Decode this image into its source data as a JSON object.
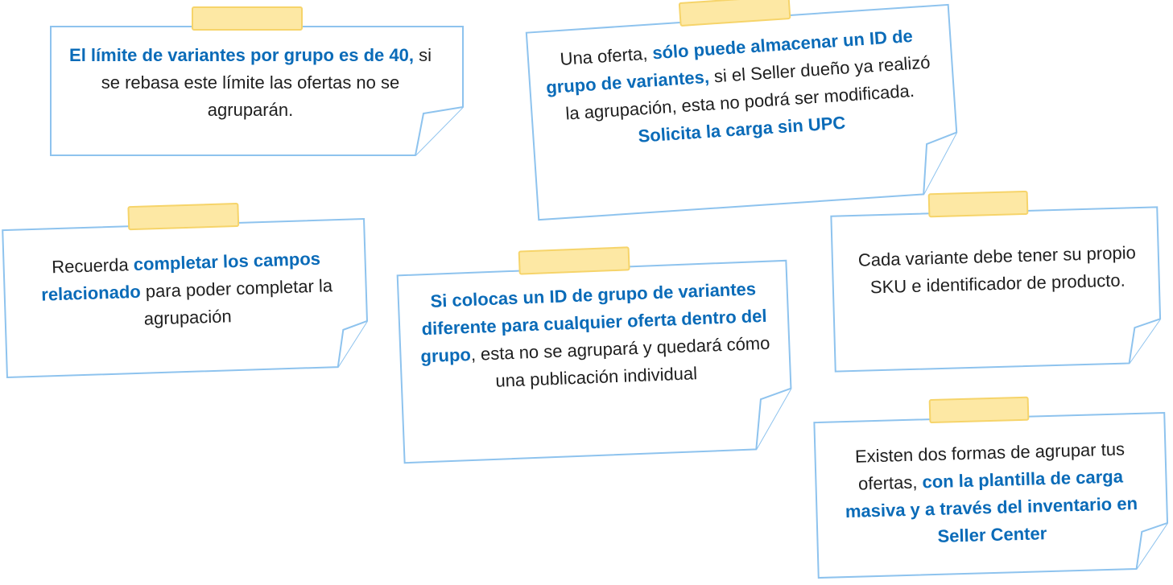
{
  "notes": [
    {
      "id": "note-1",
      "parts": [
        {
          "text": "El límite de variantes por grupo es de 40,",
          "highlight": true
        },
        {
          "text": " si se rebasa este límite las ofertas no se agruparán.",
          "highlight": false
        }
      ]
    },
    {
      "id": "note-2",
      "parts": [
        {
          "text": "Una oferta, ",
          "highlight": false
        },
        {
          "text": "sólo puede almacenar un ID de grupo de variantes,",
          "highlight": true
        },
        {
          "text": " si el Seller dueño ya realizó la agrupación, esta no podrá ser modificada. ",
          "highlight": false
        },
        {
          "text": "Solicita la carga sin UPC",
          "highlight": true
        }
      ]
    },
    {
      "id": "note-3",
      "parts": [
        {
          "text": "Recuerda ",
          "highlight": false
        },
        {
          "text": "completar los campos relacionado",
          "highlight": true
        },
        {
          "text": " para poder completar la agrupación",
          "highlight": false
        }
      ]
    },
    {
      "id": "note-4",
      "parts": [
        {
          "text": "Si colocas un ID de grupo de variantes diferente para cualquier oferta dentro del grupo",
          "highlight": true
        },
        {
          "text": ", esta no se agrupará y quedará cómo una publicación individual",
          "highlight": false
        }
      ]
    },
    {
      "id": "note-5",
      "parts": [
        {
          "text": "Cada variante debe tener su propio SKU e identificador de producto.",
          "highlight": false
        }
      ]
    },
    {
      "id": "note-6",
      "parts": [
        {
          "text": "Existen dos formas de agrupar tus ofertas, ",
          "highlight": false
        },
        {
          "text": "con la plantilla de carga masiva y a través del inventario en Seller Center",
          "highlight": true
        }
      ]
    }
  ],
  "colors": {
    "highlight": "#0a6bb8",
    "text": "#1f1f1f",
    "note_border": "#8ec3ee",
    "tape_fill": "#fde8a4",
    "tape_border": "#f6d46a"
  }
}
